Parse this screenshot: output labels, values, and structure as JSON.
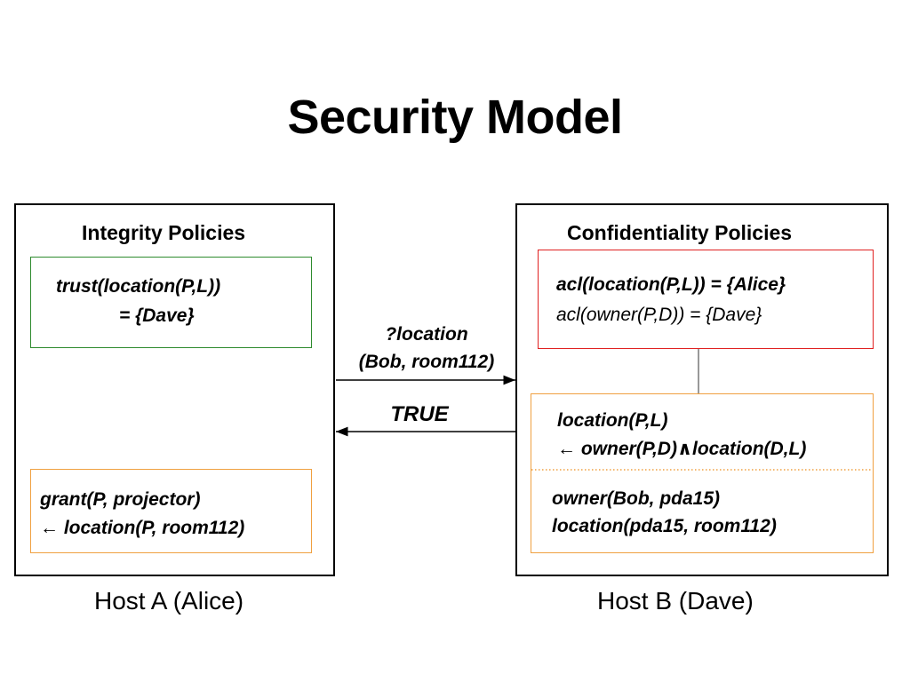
{
  "title": "Security Model",
  "host_a": {
    "heading": "Integrity Policies",
    "trust_line1": "trust(location(P,L))",
    "trust_line2": "= {Dave}",
    "grant_line1": "grant(P, projector)",
    "grant_line2": "← location(P, room112)",
    "caption": "Host A (Alice)"
  },
  "host_b": {
    "heading": "Confidentiality Policies",
    "acl_line1": "acl(location(P,L)) = {Alice}",
    "acl_line2": "acl(owner(P,D)) = {Dave}",
    "rule_line1": "location(P,L)",
    "rule_line2": "← owner(P,D)∧location(D,L)",
    "fact_line1": "owner(Bob, pda15)",
    "fact_line2": "location(pda15, room112)",
    "caption": "Host B (Dave)"
  },
  "messages": {
    "query_line1": "?location",
    "query_line2": "(Bob, room112)",
    "reply": "TRUE"
  },
  "colors": {
    "integrity_border": "#2e8b2e",
    "acl_border": "#e02020",
    "rule_border": "#f0a040"
  }
}
